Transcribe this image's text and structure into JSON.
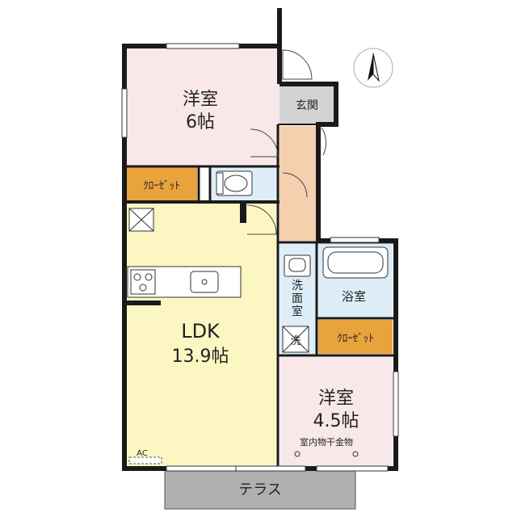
{
  "rooms": {
    "western_room_1": {
      "name": "洋室",
      "size": "6帖",
      "color": "#f8e8ea"
    },
    "western_room_2": {
      "name": "洋室",
      "size": "4.5帖",
      "color": "#f8e8ea"
    },
    "ldk": {
      "name": "LDK",
      "size": "13.9帖",
      "color": "#fbf6c2"
    },
    "entrance": {
      "name": "玄関",
      "color": "#d3d3d3"
    },
    "washroom": {
      "name": "洗面室",
      "chars": [
        "洗",
        "面",
        "室"
      ],
      "color": "#ddeef8"
    },
    "bathroom": {
      "name": "浴室",
      "color": "#ddeef8"
    },
    "toilet": {
      "color": "#ddeef8"
    },
    "hallway": {
      "color": "#f6cfae"
    },
    "closet_1": {
      "name": "ｸﾛｰｾﾞｯﾄ",
      "color": "#e8a33c"
    },
    "closet_2": {
      "name": "ｸﾛｰｾﾞｯﾄ",
      "color": "#e8a33c"
    },
    "terrace": {
      "name": "テラス",
      "color": "#b0b0b0"
    }
  },
  "annotations": {
    "drying_hardware": "室内物干金物",
    "ac": "AC"
  },
  "colors": {
    "wall": "#1a1a1a"
  },
  "icons": [
    "compass-north-icon",
    "washer-icon",
    "stove-icon",
    "sink-icon",
    "toilet-icon",
    "bathtub-icon",
    "washbasin-icon"
  ]
}
